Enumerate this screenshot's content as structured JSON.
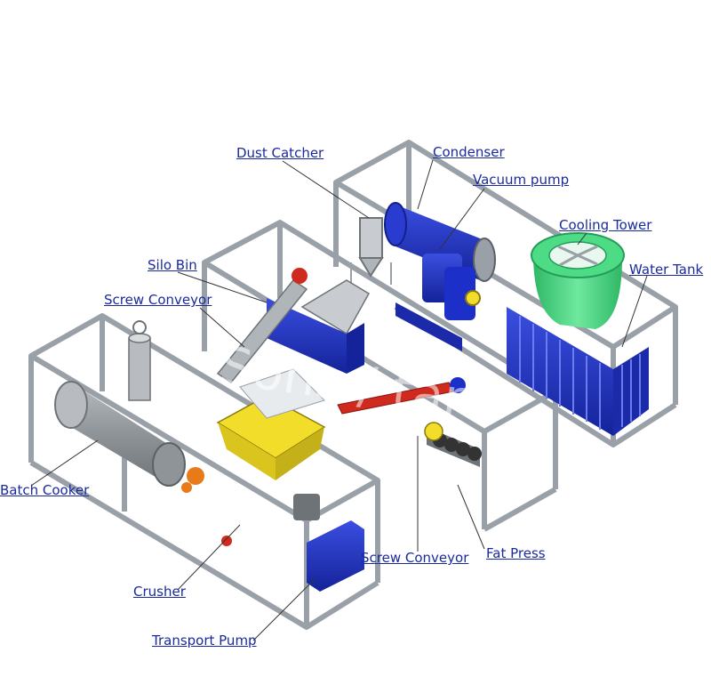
{
  "labels": {
    "dust_catcher": "Dust Catcher",
    "condenser": "Condenser",
    "vacuum_pump": "Vacuum pump",
    "cooling_tower": "Cooling Tower",
    "water_tank": "Water Tank",
    "silo_bin": "Silo Bin",
    "screw_conveyor_top": "Screw Conveyor",
    "batch_cooker": "Batch Cooker",
    "screw_conveyor_bottom": "Screw Conveyor",
    "fat_press": "Fat Press",
    "crusher": "Crusher",
    "transport_pump": "Transport Pump"
  },
  "watermark": "Sons / tar",
  "colors": {
    "frame": "#9aa0a8",
    "label_text": "#1a2a9c",
    "cooker_grey": "#8f9498",
    "blue_equipment": "#1c2fc8",
    "cooling_tower_green": "#3fd07a",
    "hopper_yellow": "#f2de2a",
    "conveyor_red": "#d02a1e",
    "motor_orange": "#e87a1a"
  }
}
